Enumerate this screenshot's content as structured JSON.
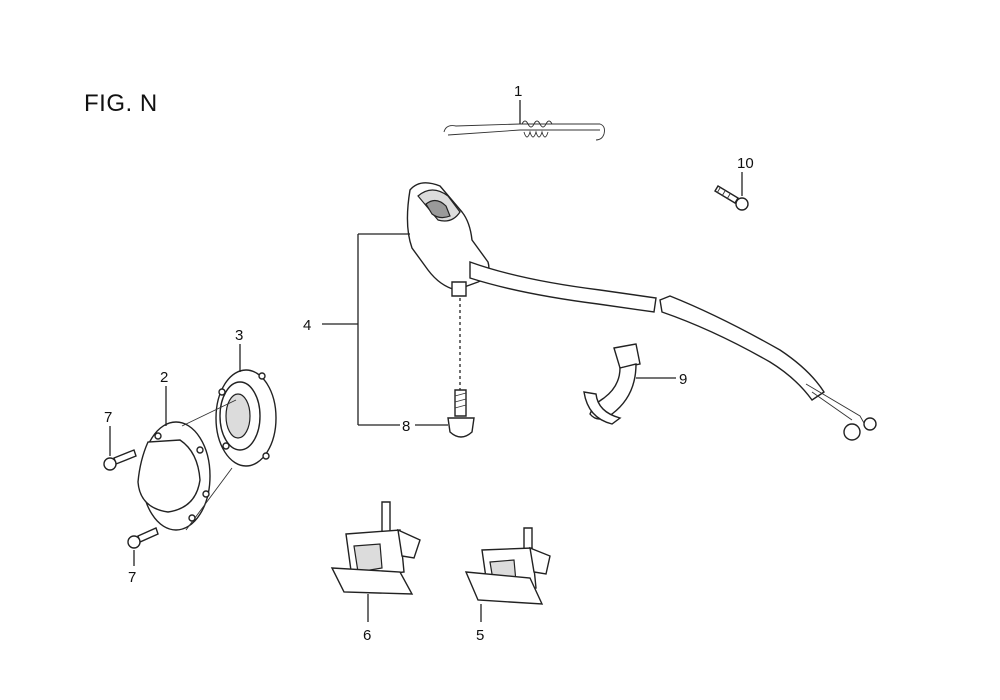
{
  "figure": {
    "title": "FIG. N"
  },
  "callouts": [
    {
      "id": "c1",
      "label": "1"
    },
    {
      "id": "c2",
      "label": "2"
    },
    {
      "id": "c3",
      "label": "3"
    },
    {
      "id": "c4",
      "label": "4"
    },
    {
      "id": "c5",
      "label": "5"
    },
    {
      "id": "c6",
      "label": "6"
    },
    {
      "id": "c7a",
      "label": "7"
    },
    {
      "id": "c7b",
      "label": "7"
    },
    {
      "id": "c8",
      "label": "8"
    },
    {
      "id": "c9",
      "label": "9"
    },
    {
      "id": "c10",
      "label": "10"
    }
  ]
}
